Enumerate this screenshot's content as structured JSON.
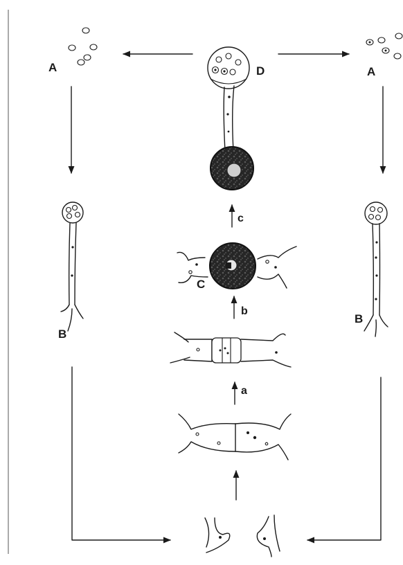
{
  "labels": {
    "spores_left": "A",
    "spores_right": "A",
    "germ_left": "B",
    "germ_right": "B",
    "zygospore": "C",
    "sporangium": "D",
    "step_a": "a",
    "step_b": "b",
    "step_c": "c"
  },
  "colors": {
    "ink": "#1a1a1a",
    "paper": "#ffffff",
    "zygospore_fill": "#1f1f1f"
  }
}
